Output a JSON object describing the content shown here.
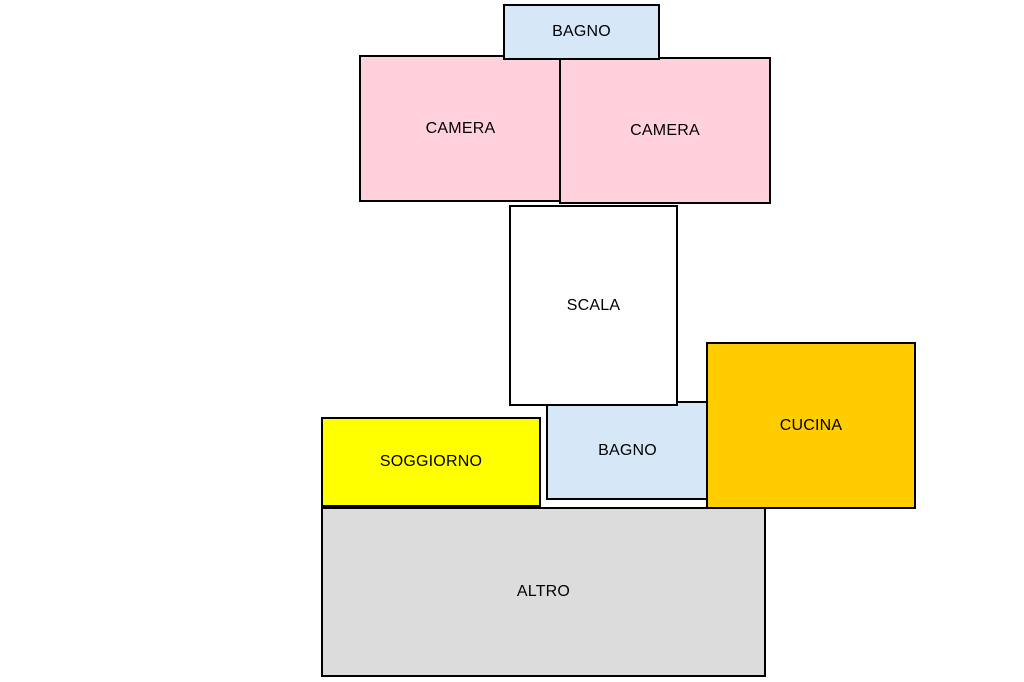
{
  "rooms": {
    "bagno_top": {
      "label": "BAGNO",
      "color": "#d6e8f8"
    },
    "camera_left": {
      "label": "CAMERA",
      "color": "#ffd1dc"
    },
    "camera_right": {
      "label": "CAMERA",
      "color": "#ffd1dc"
    },
    "scala": {
      "label": "SCALA",
      "color": "#ffffff"
    },
    "cucina": {
      "label": "CUCINA",
      "color": "#ffcc00"
    },
    "bagno_bottom": {
      "label": "BAGNO",
      "color": "#d6e8f8"
    },
    "soggiorno": {
      "label": "SOGGIORNO",
      "color": "#ffff00"
    },
    "altro": {
      "label": "ALTRO",
      "color": "#dcdcdc"
    }
  }
}
